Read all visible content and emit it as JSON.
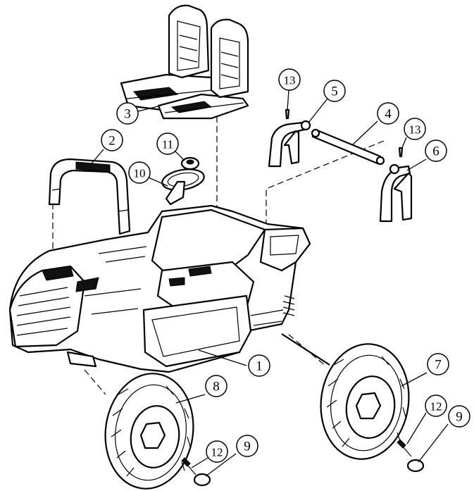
{
  "diagram": {
    "callouts": [
      {
        "id": "1",
        "label": "1"
      },
      {
        "id": "2",
        "label": "2"
      },
      {
        "id": "3",
        "label": "3"
      },
      {
        "id": "4",
        "label": "4"
      },
      {
        "id": "5",
        "label": "5"
      },
      {
        "id": "6",
        "label": "6"
      },
      {
        "id": "7",
        "label": "7"
      },
      {
        "id": "8",
        "label": "8"
      },
      {
        "id": "9a",
        "label": "9"
      },
      {
        "id": "9b",
        "label": "9"
      },
      {
        "id": "10",
        "label": "10"
      },
      {
        "id": "11",
        "label": "11"
      },
      {
        "id": "12a",
        "label": "12"
      },
      {
        "id": "12b",
        "label": "12"
      },
      {
        "id": "13a",
        "label": "13"
      },
      {
        "id": "13b",
        "label": "13"
      }
    ]
  }
}
